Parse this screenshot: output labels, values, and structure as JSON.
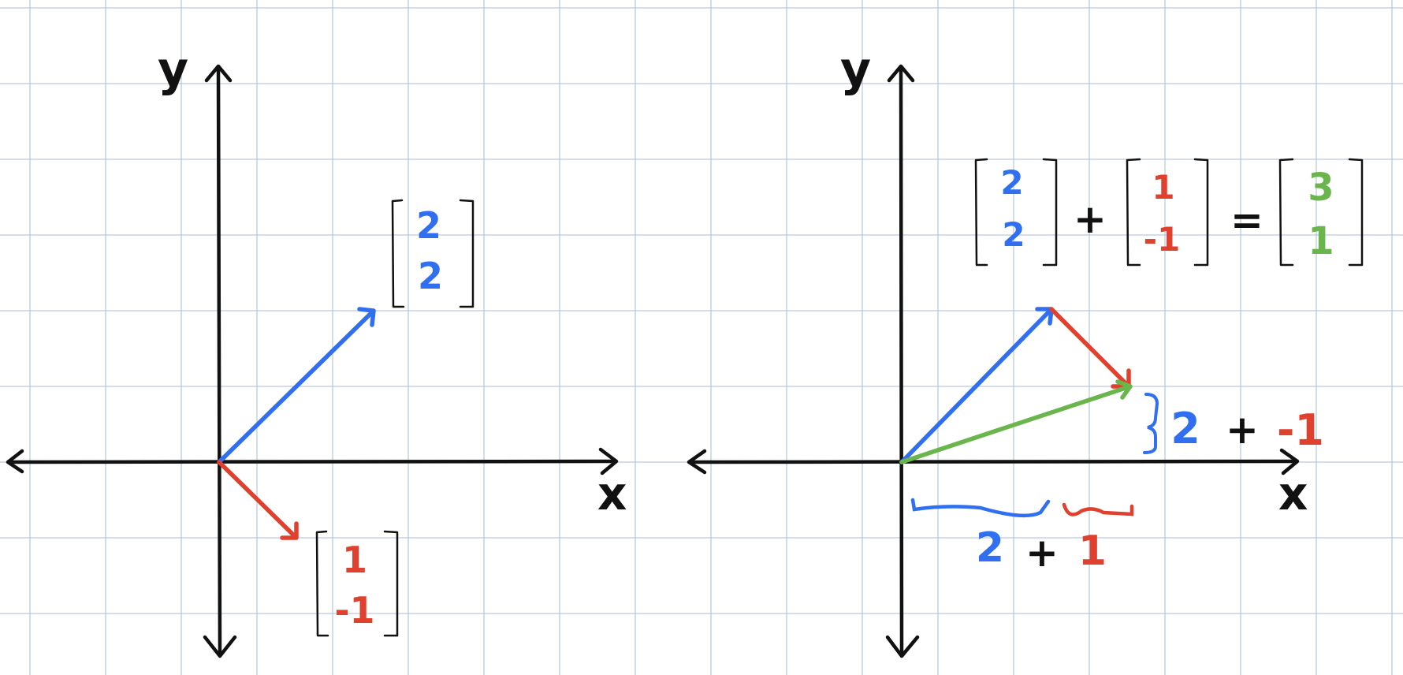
{
  "colors": {
    "blue": "#2f6ff0",
    "red": "#e0412e",
    "green": "#6ab64c",
    "black": "#111111",
    "grid": "#a9bbd6"
  },
  "left_panel": {
    "y_label": "y",
    "x_label": "x",
    "blue_vector": {
      "top": "2",
      "bottom": "2"
    },
    "red_vector": {
      "top": "1",
      "bottom": "-1"
    }
  },
  "right_panel": {
    "y_label": "y",
    "x_label": "x",
    "equation": {
      "v1": {
        "top": "2",
        "bottom": "2"
      },
      "plus": "+",
      "v2": {
        "top": "1",
        "bottom": "-1"
      },
      "equals": "=",
      "result": {
        "top": "3",
        "bottom": "1"
      }
    },
    "vertical_sum": {
      "a": "2",
      "op": "+",
      "b": "-1"
    },
    "horizontal_sum": {
      "a": "2",
      "op": "+",
      "b": "1"
    }
  }
}
